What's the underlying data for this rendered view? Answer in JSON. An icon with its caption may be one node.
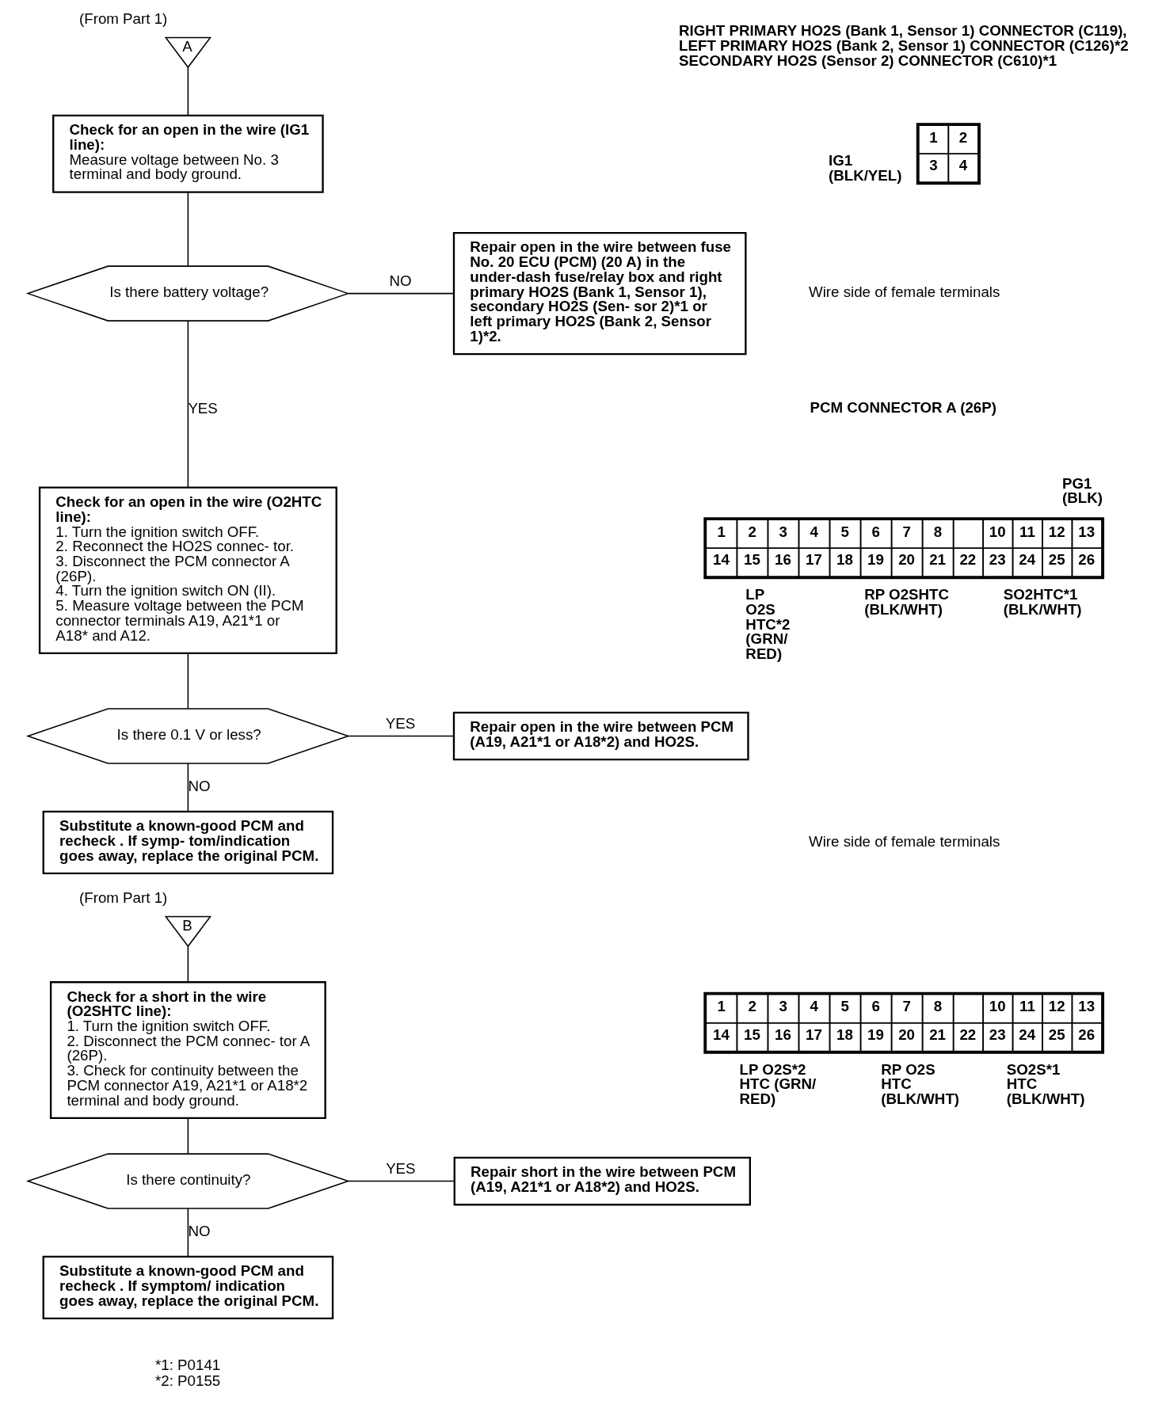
{
  "diagram": {
    "nodes": [
      {
        "text": [
          "A"
        ],
        "beside": [
          "(From Part 1)"
        ]
      },
      {
        "text": [
          "Check for an open in the wire (IG1 line):",
          "Measure voltage between No. 3 terminal and body ground."
        ]
      },
      {
        "text": [
          "Is there battery voltage?"
        ]
      },
      {
        "text": [
          "Repair open in the wire between fuse No. 20 ECU (PCM) (20 A) in the under-dash fuse/relay box and right primary HO2S (Bank 1, Sensor 1), secondary HO2S (Sen- sor 2)*1 or left primary HO2S (Bank 2, Sensor 1)*2."
        ]
      },
      {
        "text": [
          "Check for an open in the wire (O2HTC line):",
          "1. Turn the ignition switch OFF.",
          "2. Reconnect the HO2S connec- tor.",
          "3. Disconnect the PCM connector A (26P).",
          "4. Turn the ignition switch ON (II).",
          "5. Measure voltage between the PCM connector terminals A19, A21*1 or A18* and A12."
        ]
      },
      {
        "text": [
          "Is there 0.1 V or less?"
        ]
      },
      {
        "text": [
          "Repair open in the wire between PCM (A19, A21*1 or A18*2) and HO2S."
        ]
      },
      {
        "text": [
          "Substitute a known-good PCM and recheck . If symp- tom/indication goes away, replace the original PCM."
        ]
      },
      {
        "text": [
          "B"
        ],
        "beside": [
          "(From Part 1)"
        ]
      },
      {
        "text": [
          "Check for a short in the wire (O2SHTC line):",
          "1. Turn the ignition switch OFF.",
          "2. Disconnect the PCM connec- tor A (26P).",
          "3. Check for continuity between the PCM connector A19, A21*1 or A18*2 terminal and body ground."
        ]
      },
      {
        "text": [
          "Is there continuity?"
        ]
      },
      {
        "text": [
          "Repair short in the wire between PCM (A19, A21*1 or A18*2) and HO2S."
        ]
      },
      {
        "text": [
          "Substitute a known-good PCM and recheck . If symptom/ indication goes away, replace the original PCM."
        ]
      }
    ],
    "edges": [
      {
        "from": 0,
        "to": 1,
        "arrow": "none"
      },
      {
        "from": 1,
        "to": 2,
        "arrow": "none"
      },
      {
        "from": 2,
        "to": 3,
        "arrow": "none",
        "label": "NO"
      },
      {
        "from": 2,
        "to": 4,
        "arrow": "none",
        "label": "YES"
      },
      {
        "from": 4,
        "to": 5,
        "arrow": "none"
      },
      {
        "from": 5,
        "to": 6,
        "arrow": "none",
        "label": "YES"
      },
      {
        "from": 5,
        "to": 7,
        "arrow": "none",
        "label": "NO"
      },
      {
        "from": 8,
        "to": 9,
        "arrow": "none"
      },
      {
        "from": 9,
        "to": 10,
        "arrow": "none"
      },
      {
        "from": 10,
        "to": 11,
        "arrow": "none",
        "label": "YES"
      },
      {
        "from": 10,
        "to": 12,
        "arrow": "none",
        "label": "NO"
      }
    ],
    "labels": [
      "RIGHT PRIMARY HO2S (Bank 1, Sensor 1) CONNECTOR (C119),",
      "LEFT PRIMARY HO2S (Bank 2, Sensor 1) CONNECTOR (C126)*2",
      "SECONDARY HO2S (Sensor 2) CONNECTOR (C610)*1",
      "IG1 (BLK/YEL)",
      "1",
      "2",
      "3",
      "4",
      "Wire side of female terminals",
      "PCM CONNECTOR A (26P)",
      "PG1 (BLK)",
      "1",
      "2",
      "3",
      "4",
      "5",
      "6",
      "7",
      "8",
      "10",
      "11",
      "12",
      "13",
      "14",
      "15",
      "16",
      "17",
      "18",
      "19",
      "20",
      "21",
      "22",
      "23",
      "24",
      "25",
      "26",
      "LP O2S HTC*2 (GRN/ RED)",
      "RP O2SHTC (BLK/WHT)",
      "SO2HTC*1 (BLK/WHT)",
      "Wire side of female terminals",
      "1",
      "2",
      "3",
      "4",
      "5",
      "6",
      "7",
      "8",
      "10",
      "11",
      "12",
      "13",
      "14",
      "15",
      "16",
      "17",
      "18",
      "19",
      "20",
      "21",
      "22",
      "23",
      "24",
      "25",
      "26",
      "LP O2S*2 HTC (GRN/ RED)",
      "RP O2S HTC (BLK/WHT)",
      "SO2S*1 HTC (BLK/WHT)",
      "*1: P0141",
      "*2: P0155"
    ]
  }
}
